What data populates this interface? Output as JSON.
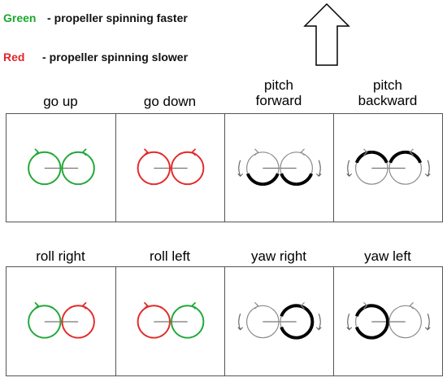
{
  "legend": {
    "green": {
      "key": "Green",
      "separator": "-",
      "text": "propeller spinning faster",
      "color": "#1aa82f"
    },
    "red": {
      "key": "Red",
      "separator": "-",
      "text": "propeller spinning slower",
      "color": "#e0262b"
    }
  },
  "direction_arrow": "up-arrow",
  "colors": {
    "faster": "#22a83a",
    "slower": "#e32b2b",
    "neutral": "#8a8a8a",
    "emphasis": "#000000"
  },
  "panels": [
    {
      "label": "go up",
      "type": "color",
      "props": [
        "faster",
        "faster"
      ]
    },
    {
      "label": "go down",
      "type": "color",
      "props": [
        "slower",
        "slower"
      ]
    },
    {
      "label": "pitch forward",
      "type": "mono",
      "heavy": "bottom",
      "side_arrows": "outer"
    },
    {
      "label": "pitch backward",
      "type": "mono",
      "heavy": "top",
      "side_arrows": "outer"
    },
    {
      "label": "roll right",
      "type": "color",
      "props": [
        "faster",
        "slower"
      ]
    },
    {
      "label": "roll left",
      "type": "color",
      "props": [
        "slower",
        "faster"
      ]
    },
    {
      "label": "yaw right",
      "type": "mono",
      "heavy_props": [
        "none",
        "full"
      ],
      "side_arrows": "outer"
    },
    {
      "label": "yaw left",
      "type": "mono",
      "heavy_props": [
        "full",
        "none"
      ],
      "side_arrows": "outer"
    }
  ]
}
